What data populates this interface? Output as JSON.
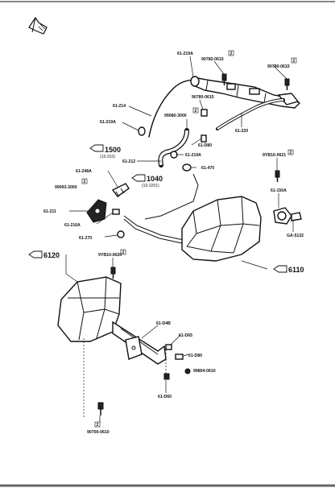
{
  "labels": {
    "l61219a_top": "61-219A",
    "l90780_a": "90780-0615",
    "l90780_b": "90780-0615",
    "l90780_c": "90780-0615",
    "l61214": "61-214",
    "l61219a_left": "61-219A",
    "l61220": "61-220",
    "l99080": "99080-3000",
    "l61d80": "61-D80",
    "l1500": "1500",
    "l1500_ref": "(15-310)",
    "l61212": "61-212",
    "l61219a_mid": "61-219A",
    "l61470": "61-470",
    "l61248a": "61-248A",
    "l99093": "99093-3000",
    "l1040": "1040",
    "l1040_ref": "(10-3201)",
    "l61211": "61-211",
    "l61216a": "61-216A",
    "l61270": "61-270",
    "l9yb16": "9YB16-0621",
    "l61150a": "61-150A",
    "lga5132": "GA-5132",
    "l6120": "6120",
    "l9yb10": "9YB10-0620",
    "l6110": "6110",
    "l61d4b": "61-D4B",
    "l61d65": "61-D65",
    "l61d80b": "61-D80",
    "l99804": "99804-0610",
    "l61d60": "61-D60",
    "l90700": "90700-0610"
  },
  "quantities": {
    "q_top": "2",
    "q_mid": "2",
    "q_99080": "2",
    "q_99093": "2",
    "q_9yb16": "2",
    "q_9yb10": "2",
    "q_90700": "2"
  },
  "icons": [
    "front-direction-arrow-icon",
    "reference-arrow-icon"
  ]
}
